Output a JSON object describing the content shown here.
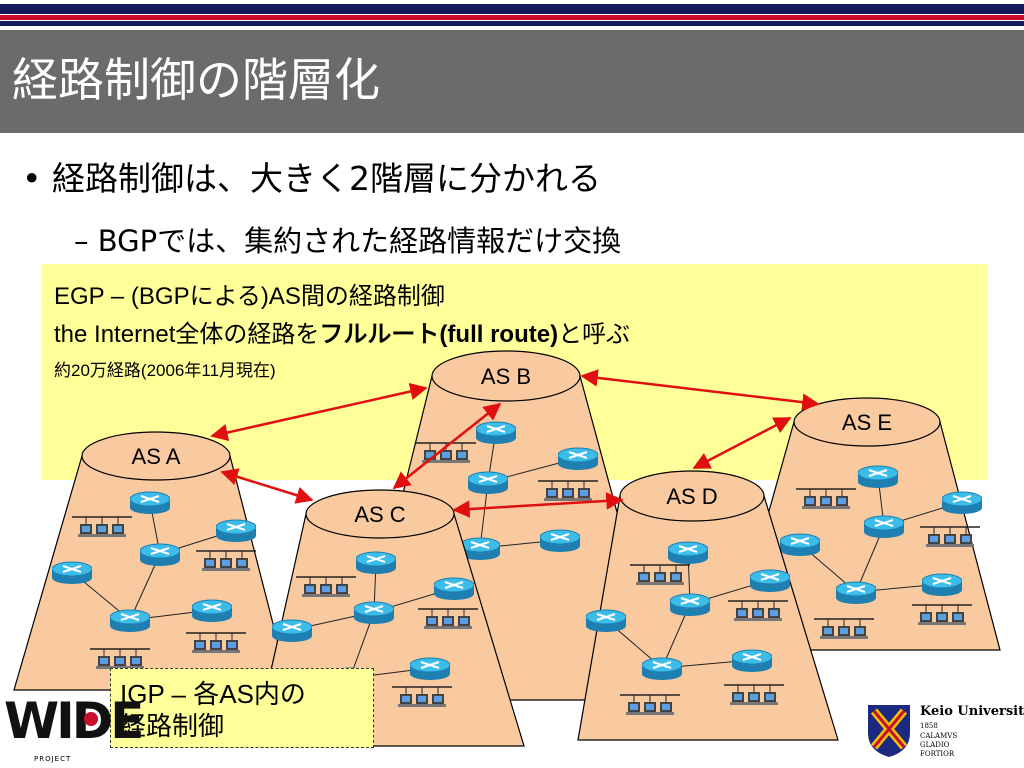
{
  "slide": {
    "title": "経路制御の階層化",
    "bullet1": "• 経路制御は、大きく2階層に分かれる",
    "bullet2": "– BGPでは、集約された経路情報だけ交換"
  },
  "egp": {
    "line1": "EGP – (BGPによる)AS間の経路制御",
    "line2_prefix": "the Internet全体の経路を",
    "line2_bold": "フルルート(full route)",
    "line2_suffix": "と呼ぶ",
    "line3": "約20万経路(2006年11月現在)"
  },
  "igp": {
    "line1": "IGP – 各AS内の",
    "line2": "経路制御"
  },
  "diagram": {
    "nodes": [
      {
        "id": "A",
        "label": "AS A"
      },
      {
        "id": "B",
        "label": "AS B"
      },
      {
        "id": "C",
        "label": "AS C"
      },
      {
        "id": "D",
        "label": "AS D"
      },
      {
        "id": "E",
        "label": "AS E"
      }
    ],
    "edges": [
      {
        "from": "A",
        "to": "B"
      },
      {
        "from": "A",
        "to": "C"
      },
      {
        "from": "B",
        "to": "C"
      },
      {
        "from": "B",
        "to": "E"
      },
      {
        "from": "C",
        "to": "D"
      },
      {
        "from": "D",
        "to": "E"
      }
    ],
    "colors": {
      "as_fill": "#f9c9a0",
      "link": "#e01010",
      "egp_box": "#ffff99",
      "router": "#29a8d8"
    }
  },
  "logos": {
    "wide": "WIDE",
    "wide_sub": "PROJECT",
    "keio_name": "Keio University",
    "keio_year": "1858",
    "keio_motto1": "CALAMVS",
    "keio_motto2": "GLADIO",
    "keio_motto3": "FORTIOR"
  }
}
